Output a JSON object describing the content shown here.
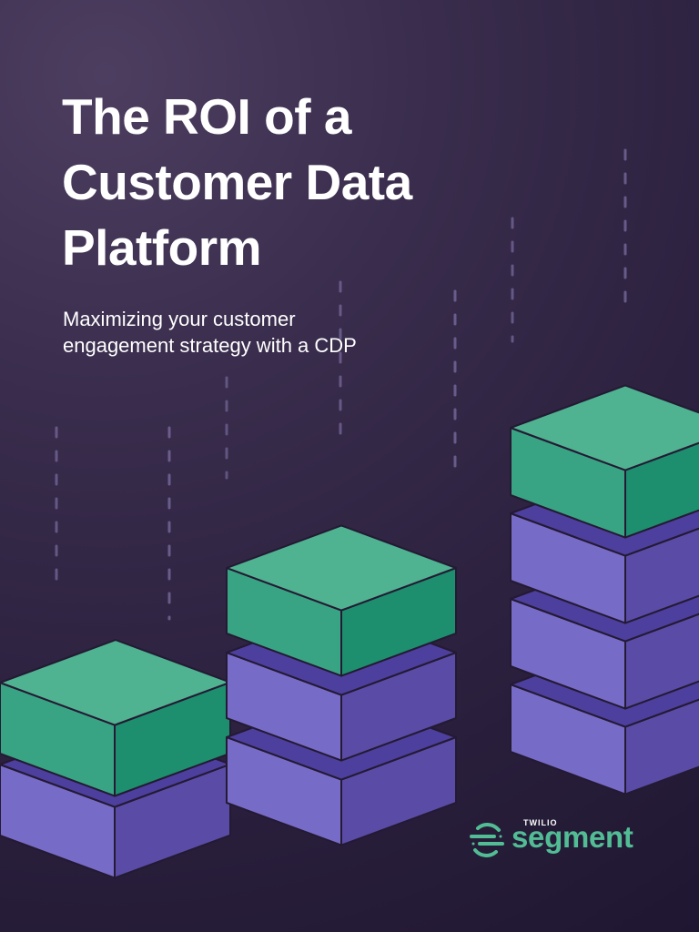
{
  "cover": {
    "title_lines": [
      "The ROI of a",
      "Customer Data",
      "Platform"
    ],
    "subtitle_lines": [
      "Maximizing your customer",
      "engagement strategy with a CDP"
    ]
  },
  "brand": {
    "company": "TWILIO",
    "product": "segment",
    "icon": "segment-logo-icon",
    "color": "#52bd95"
  },
  "illustration": {
    "description_icon": "stacked-blocks-chart-icon",
    "stacks": [
      {
        "name": "stack-left",
        "blocks_total": 2,
        "green_blocks": 1
      },
      {
        "name": "stack-middle",
        "blocks_total": 3,
        "green_blocks": 1
      },
      {
        "name": "stack-right",
        "blocks_total": 4,
        "green_blocks": 1
      }
    ],
    "colors": {
      "green_top": "#4fb391",
      "green_side": "#1d8e6e",
      "purple_top": "#4d3f9d",
      "purple_front": "#776bc8",
      "purple_side": "#5a4ca6",
      "background": "#2d2240"
    }
  }
}
